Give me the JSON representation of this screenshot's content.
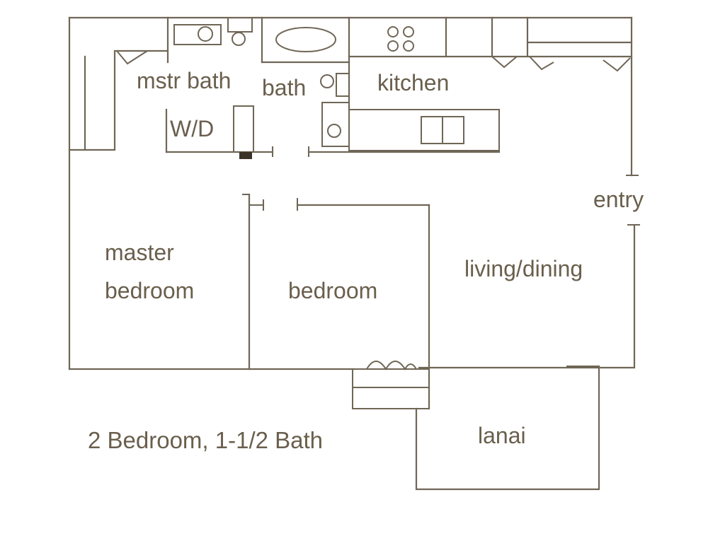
{
  "rooms": {
    "mstr_bath": "mstr bath",
    "bath": "bath",
    "kitchen": "kitchen",
    "wd": "W/D",
    "entry": "entry",
    "master_line1": "master",
    "master_line2": "bedroom",
    "bedroom": "bedroom",
    "living": "living/dining",
    "lanai": "lanai"
  },
  "caption": "2 Bedroom, 1-1/2 Bath",
  "colors": {
    "line": "#6f6656",
    "text": "#6a5f4d",
    "background": "#ffffff"
  }
}
